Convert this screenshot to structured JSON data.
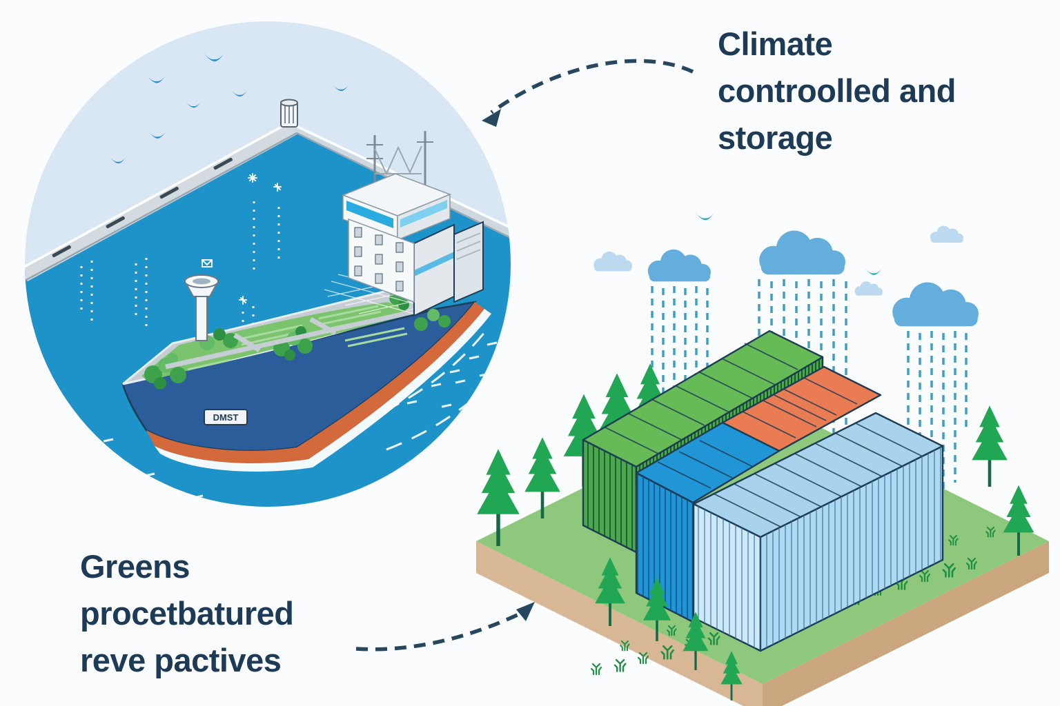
{
  "captions": {
    "climate": {
      "lines": [
        "Climate",
        "controolled and",
        "storage"
      ]
    },
    "greens": {
      "lines": [
        "Greens",
        "procetbatured",
        "reve pactives"
      ]
    }
  },
  "ship": {
    "hull_label": "DMST"
  },
  "icons": [
    "cargo-ship-icon",
    "garden-bed-icon",
    "funnel-icon",
    "bridge-icon",
    "mast-icon",
    "dock-icon",
    "bollard-icon",
    "cleat-icon",
    "bird-icon",
    "wake-icon",
    "cloud-icon",
    "rain-icon",
    "pine-tree-icon",
    "shrub-icon",
    "container-green-icon",
    "container-orange-icon",
    "container-blue-icon",
    "container-lightblue-icon",
    "platform-icon",
    "dashed-arrow-icon"
  ],
  "colors": {
    "bg": "#fbfcfd",
    "text": "#1d3a57",
    "arrow": "#27475f",
    "sky": "#d8e7f3",
    "water": "#1d93c9",
    "dock": "#d3dbe1",
    "hull": "#2b5d9b",
    "keel": "#d4693c",
    "deckBase": "#c6ced4",
    "bed": "#7cc36d",
    "bedStripe": "#a8dba0",
    "bush": "#3ea24c",
    "bushLight": "#63bb67",
    "bushDark": "#2e8f42",
    "superWhite": "#f6f9fa",
    "superShade": "#e2e8ec",
    "cyan": "#29abe2",
    "windowFill": "#cdd6dc",
    "grass": "#8dc87c",
    "dirt": "#d7b794",
    "dirtShade": "#caa67f",
    "tree": "#21a653",
    "trunk": "#156a45",
    "shrub": "#1d8f43",
    "contGreenTop": "#66bb57",
    "contGreenSide": "#4aa84e",
    "contGreenLine": "#113f22",
    "contOrange": "#e97c52",
    "contBlueTop": "#2196d6",
    "contBlueLine": "#0e4b7a",
    "contLightTop": "#a9d3ec",
    "contLightSide": "#aed9f0",
    "contLightEnd": "#cfe8f7",
    "contLightLine": "#39789f",
    "outline": "#1d3c55",
    "cloud": "#63aedd",
    "cloudLight": "#bcd9ef",
    "rain": "#3e9fc0",
    "birdBlue": "#2e8fc7",
    "birdTeal": "#28a3b8"
  }
}
